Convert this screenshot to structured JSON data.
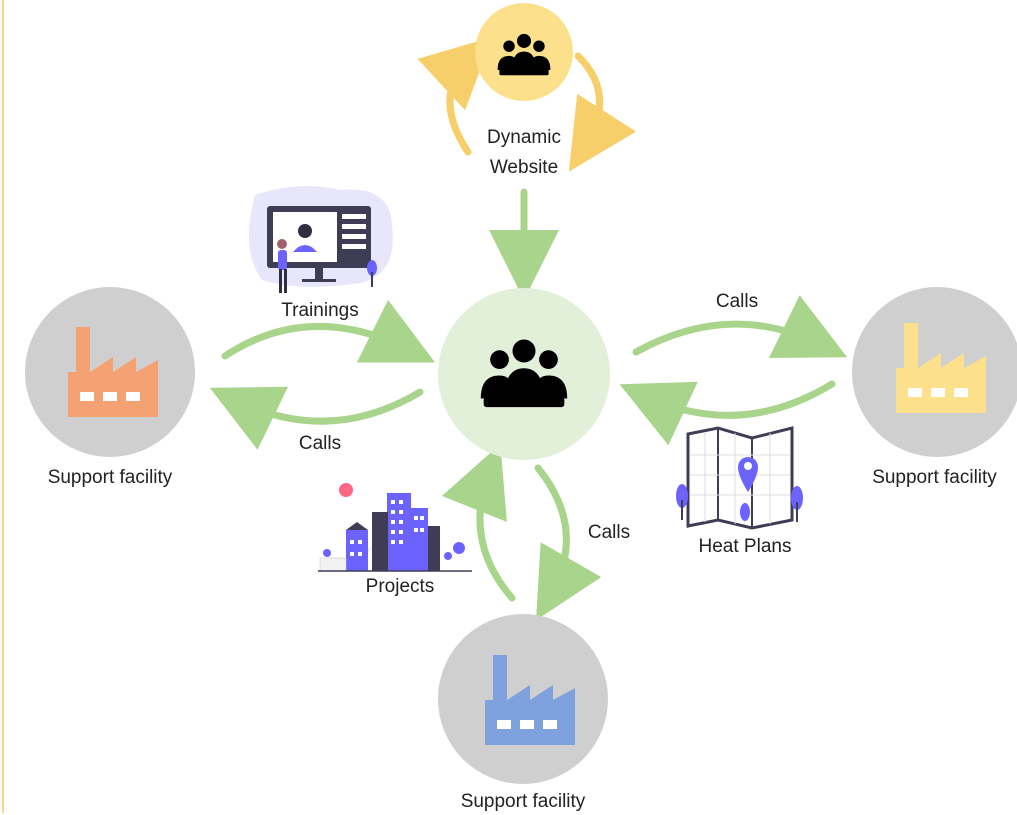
{
  "colors": {
    "green_arrow": "#a8d58b",
    "yellow_arrow": "#f7cf6a",
    "hub_fill": "#e2efd9",
    "website_fill": "#fde08c",
    "facility_circle": "#cfcfcf",
    "factory_orange": "#f4a273",
    "factory_yellow": "#fde08c",
    "factory_blue": "#7fa2de",
    "illustration_accent": "#6c63ff",
    "icon_dark": "#000000"
  },
  "icons": {
    "hub": "group-of-people-icon",
    "website": "group-of-people-icon",
    "facility": "factory-icon",
    "trainings": "online-training-illustration",
    "projects": "city-buildings-illustration",
    "heat_plans": "map-with-pin-illustration"
  },
  "website": {
    "label_line1": "Dynamic",
    "label_line2": "Website"
  },
  "facilities": {
    "left": {
      "label": "Support facility"
    },
    "right": {
      "label": "Support facility"
    },
    "bottom": {
      "label": "Support facility"
    }
  },
  "edges": {
    "trainings": {
      "label": "Trainings"
    },
    "calls_left": {
      "label": "Calls"
    },
    "calls_right": {
      "label": "Calls"
    },
    "calls_bottom": {
      "label": "Calls"
    },
    "projects": {
      "label": "Projects"
    },
    "heat_plans": {
      "label": "Heat Plans"
    }
  }
}
